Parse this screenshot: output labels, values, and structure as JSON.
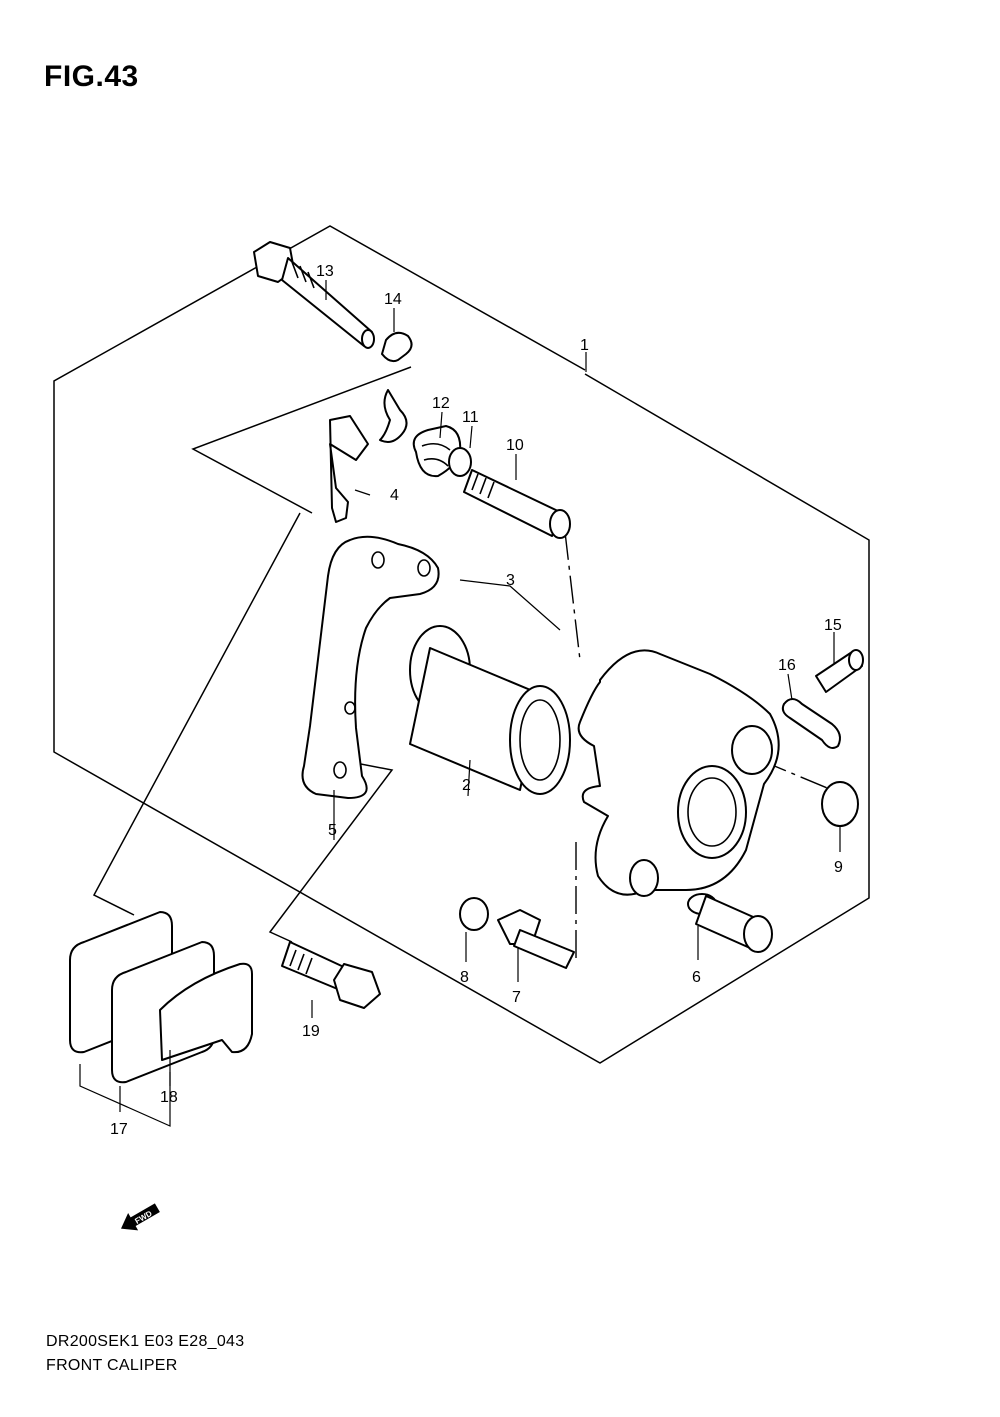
{
  "figure": {
    "title": "FIG.43",
    "code": "DR200SEK1 E03 E28_043",
    "caption": "FRONT CALIPER",
    "direction_arrow": {
      "label": "FWD",
      "icon": "fwd-arrow-icon"
    }
  },
  "callouts": [
    "1",
    "2",
    "3",
    "4",
    "5",
    "6",
    "7",
    "8",
    "9",
    "10",
    "11",
    "12",
    "13",
    "14",
    "15",
    "16",
    "17",
    "18",
    "19"
  ]
}
